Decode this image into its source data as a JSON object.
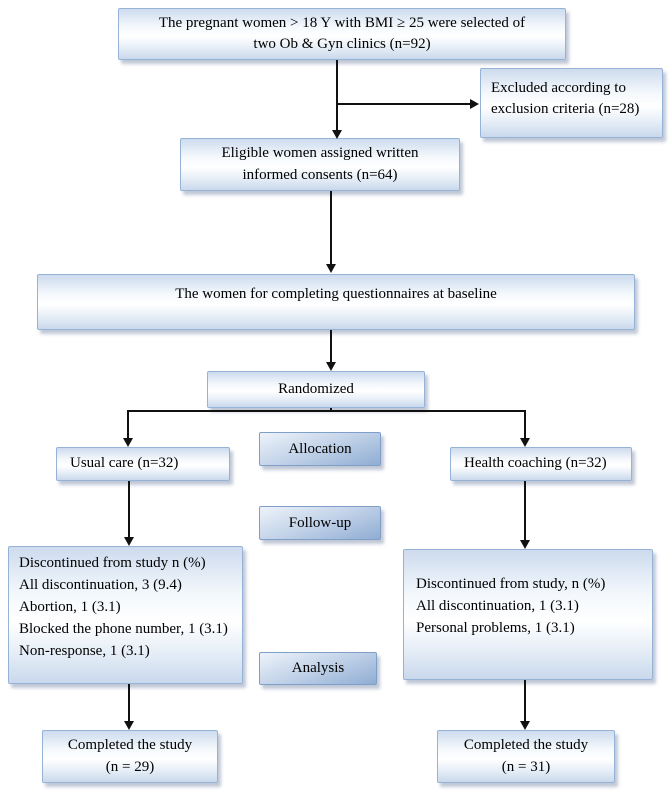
{
  "diagram": {
    "kind": "study-flow-diagram",
    "colors": {
      "box_border": "#95b3d7",
      "box_fill_light": "#cddbee",
      "label_box_border": "#7f9fc9",
      "label_box_fill_dark": "#8fadd3",
      "arrow": "#111111",
      "text": "#000000",
      "background": "#ffffff"
    },
    "nodes": {
      "selected": {
        "lines": [
          "The pregnant women > 18 Y with BMI ≥ 25 were selected of",
          "two Ob & Gyn clinics (n=92)"
        ]
      },
      "excluded": {
        "lines": [
          "Excluded according to",
          "exclusion criteria (n=28)"
        ]
      },
      "eligible": {
        "lines": [
          "Eligible women assigned written",
          "informed consents (n=64)"
        ]
      },
      "baseline": {
        "lines": [
          "The women for completing questionnaires at baseline"
        ]
      },
      "randomized": {
        "lines": [
          "Randomized"
        ]
      },
      "allocation_label": {
        "lines": [
          "Allocation"
        ]
      },
      "usual_care": {
        "lines": [
          "Usual care (n=32)"
        ]
      },
      "health_coaching": {
        "lines": [
          "Health coaching (n=32)"
        ]
      },
      "followup_label": {
        "lines": [
          "Follow-up"
        ]
      },
      "usual_care_discontinued": {
        "lines": [
          "Discontinued from study n (%)",
          "All discontinuation, 3 (9.4)",
          "Abortion, 1 (3.1)",
          "Blocked the phone number, 1 (3.1)",
          "Non-response, 1 (3.1)"
        ]
      },
      "coaching_discontinued": {
        "lines": [
          "Discontinued from study, n (%)",
          "All discontinuation, 1 (3.1)",
          "Personal problems, 1 (3.1)"
        ]
      },
      "analysis_label": {
        "lines": [
          "Analysis"
        ]
      },
      "completed_usual": {
        "lines": [
          "Completed the study",
          "(n = 29)"
        ]
      },
      "completed_coaching": {
        "lines": [
          "Completed the study",
          "(n = 31)"
        ]
      }
    }
  }
}
